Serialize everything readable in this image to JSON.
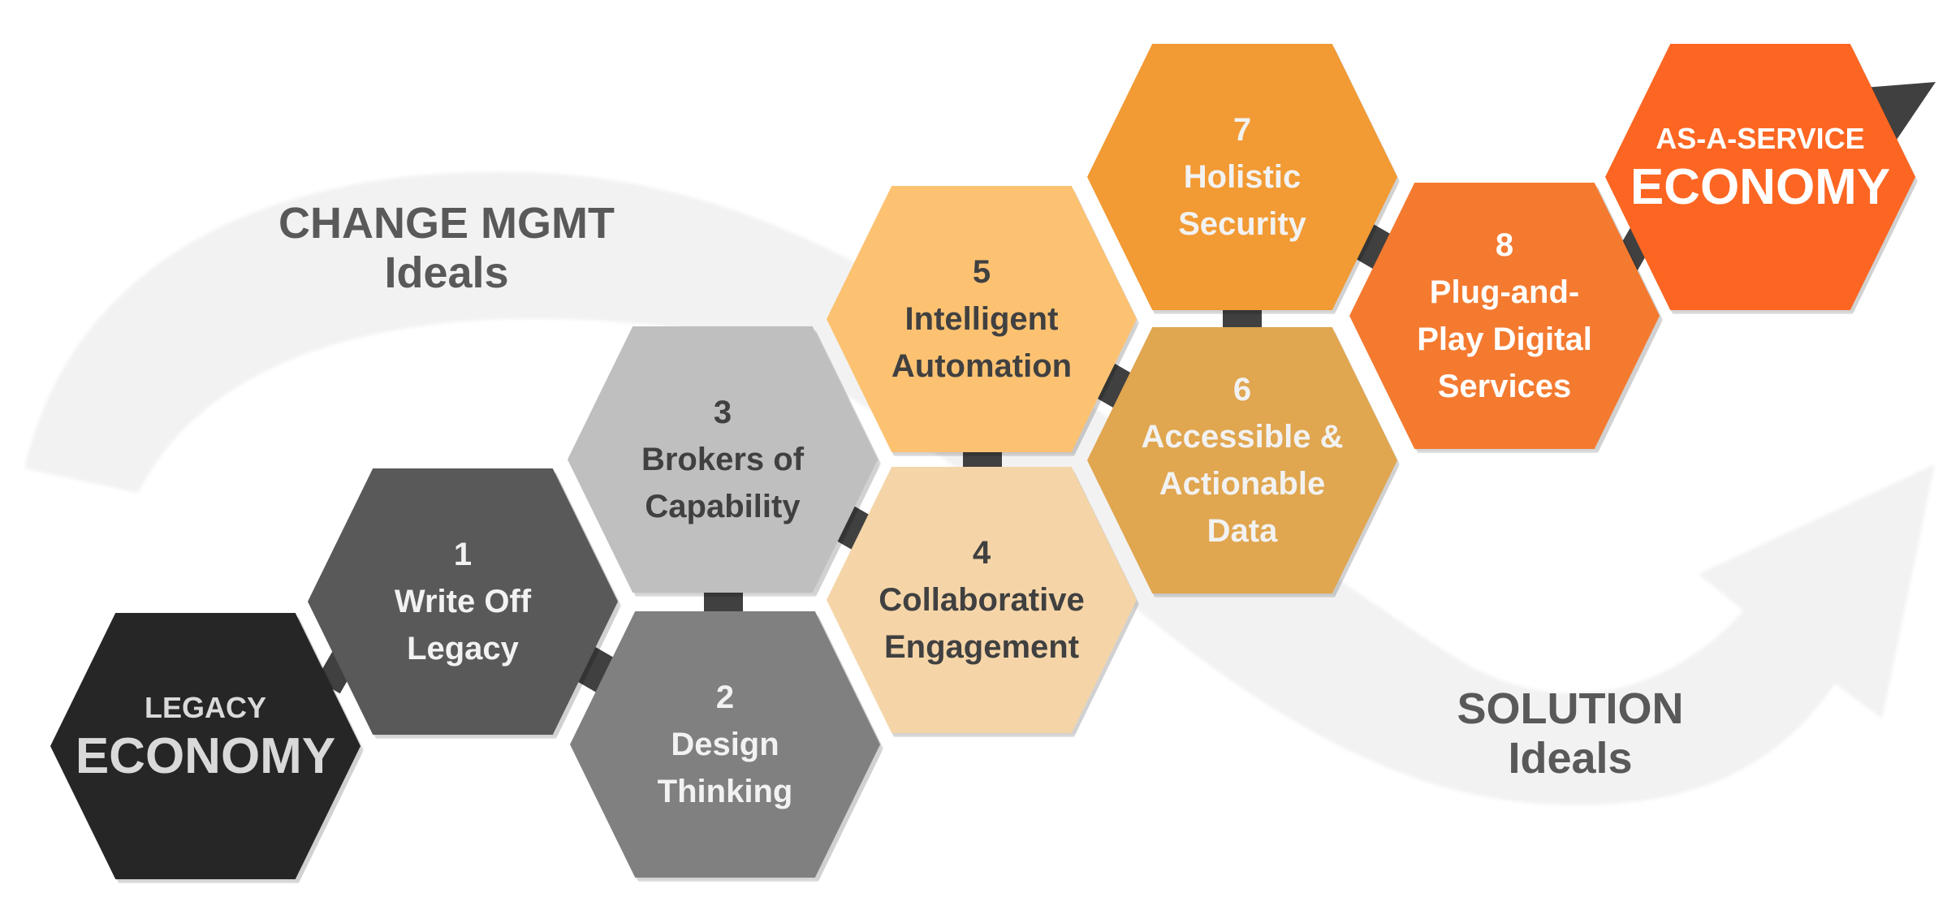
{
  "diagram": {
    "type": "hexagon-roadmap",
    "start": {
      "line1": "LEGACY",
      "line2": "ECONOMY",
      "fill": "#262626",
      "text_color": "#D9D9D9"
    },
    "end": {
      "line1": "AS-A-SERVICE",
      "line2": "ECONOMY",
      "fill": "#FC6622",
      "text_color": "#FFFFFF"
    },
    "steps": [
      {
        "number": "1",
        "label": "Write Off\nLegacy",
        "fill": "#595959",
        "text_color": "#F2F2F2"
      },
      {
        "number": "2",
        "label": "Design\nThinking",
        "fill": "#808080",
        "text_color": "#F2F2F2"
      },
      {
        "number": "3",
        "label": "Brokers of\nCapability",
        "fill": "#BFBFBF",
        "text_color": "#404040"
      },
      {
        "number": "4",
        "label": "Collaborative\nEngagement",
        "fill": "#F5D5A8",
        "text_color": "#404040"
      },
      {
        "number": "5",
        "label": "Intelligent\nAutomation",
        "fill": "#FCC272",
        "text_color": "#404040"
      },
      {
        "number": "6",
        "label": "Accessible &\nActionable\nData",
        "fill": "#E0A650",
        "text_color": "#F2F2F2"
      },
      {
        "number": "7",
        "label": "Holistic\nSecurity",
        "fill": "#F29A33",
        "text_color": "#F2F2F2"
      },
      {
        "number": "8",
        "label": "Plug-and-\nPlay Digital\nServices",
        "fill": "#F47A30",
        "text_color": "#FFFFFF"
      }
    ],
    "tracks": {
      "upper": {
        "line1": "CHANGE MGMT",
        "line2": "Ideals"
      },
      "lower": {
        "line1": "SOLUTION",
        "line2": "Ideals"
      }
    },
    "colors": {
      "connector": "#404040",
      "swoosh": "#F2F2F2",
      "track_text": "#595959",
      "arrow_tip": "#404040"
    }
  }
}
